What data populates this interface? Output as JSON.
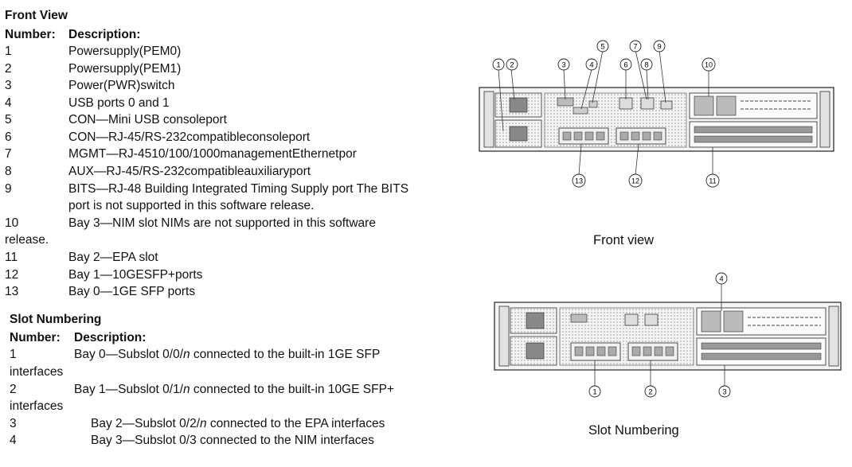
{
  "front_view": {
    "heading": "Front View",
    "col_number": "Number:",
    "col_description": "Description:",
    "rows": [
      {
        "num": "1",
        "desc": "Powersupply(PEM0)"
      },
      {
        "num": "2",
        "desc": "Powersupply(PEM1)"
      },
      {
        "num": "3",
        "desc": "Power(PWR)switch"
      },
      {
        "num": "4",
        "desc": "USB ports 0 and 1"
      },
      {
        "num": "5",
        "desc": "CON—Mini USB consoleport"
      },
      {
        "num": "6",
        "desc": "CON—RJ-45/RS-232compatibleconsoleport"
      },
      {
        "num": "7",
        "desc": "MGMT—RJ-4510/100/1000managementEthernetpor"
      },
      {
        "num": "8",
        "desc": "AUX—RJ-45/RS-232compatibleauxiliaryport"
      },
      {
        "num": "9",
        "desc": "BITS—RJ-48 Building Integrated Timing Supply port The BITS",
        "desc2": "port is not supported in  this software  release."
      },
      {
        "num": "10",
        "desc": "Bay 3—NIM slot NIMs are not supported in this software",
        "wrap": "release."
      },
      {
        "num": "11",
        "desc": "Bay 2—EPA slot"
      },
      {
        "num": "12",
        "desc": "Bay 1—10GESFP+ports"
      },
      {
        "num": "13",
        "desc": "Bay 0—1GE SFP ports"
      }
    ]
  },
  "slot_numbering": {
    "heading": "Slot Numbering",
    "col_number": "Number:",
    "col_description": "Description:",
    "rows": [
      {
        "num": "1",
        "desc_a": "Bay 0—Subslot 0/0/",
        "n": "n",
        "desc_b": " connected to the built-in 1GE SFP",
        "wrap": "interfaces"
      },
      {
        "num": "2",
        "desc_a": "Bay 1—Subslot 0/1/",
        "n": "n",
        "desc_b": " connected to the built-in 10GE SFP+",
        "wrap": "interfaces"
      },
      {
        "num": "3",
        "desc_a": "Bay 2—Subslot 0/2/",
        "n": "n",
        "desc_b": " connected to the EPA interfaces"
      },
      {
        "num": "4",
        "desc_a": "Bay 3—Subslot 0/3 connected to the NIM interfaces"
      }
    ]
  },
  "figures": {
    "front_caption": "Front view",
    "slot_caption": "Slot Numbering",
    "front_callouts": [
      "1",
      "2",
      "3",
      "4",
      "5",
      "6",
      "7",
      "8",
      "9",
      "10",
      "11",
      "12",
      "13"
    ],
    "slot_callouts": [
      "1",
      "2",
      "3",
      "4"
    ]
  }
}
